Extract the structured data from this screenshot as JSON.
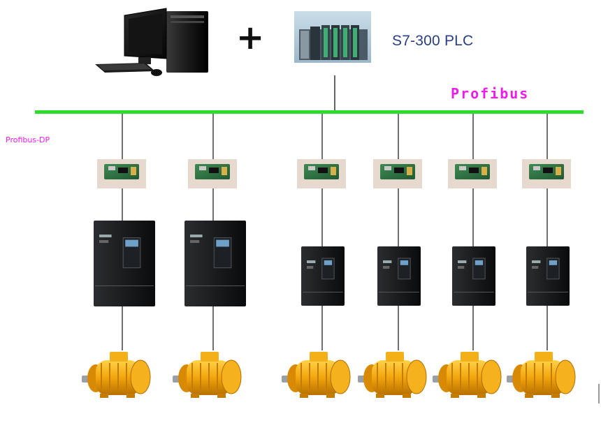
{
  "labels": {
    "plus": "+",
    "plc": "S7-300 PLC",
    "bus": "Profibus",
    "dp": "Profibus-DP"
  },
  "colors": {
    "bus_line": "#2edc2e",
    "bus_text": "#ee1ce8",
    "plc_text": "#2a3f82",
    "connector": "#111111",
    "motor": "#f2a50c"
  },
  "icons": {
    "computer": "desktop-computer-icon",
    "plc": "s7-300-plc-rack-icon",
    "dp_module": "profibus-dp-card-icon",
    "drive": "frequency-inverter-icon",
    "motor": "electric-motor-icon"
  },
  "nodes": [
    {
      "drive": "large"
    },
    {
      "drive": "large"
    },
    {
      "drive": "small"
    },
    {
      "drive": "small"
    },
    {
      "drive": "small"
    },
    {
      "drive": "small"
    }
  ]
}
